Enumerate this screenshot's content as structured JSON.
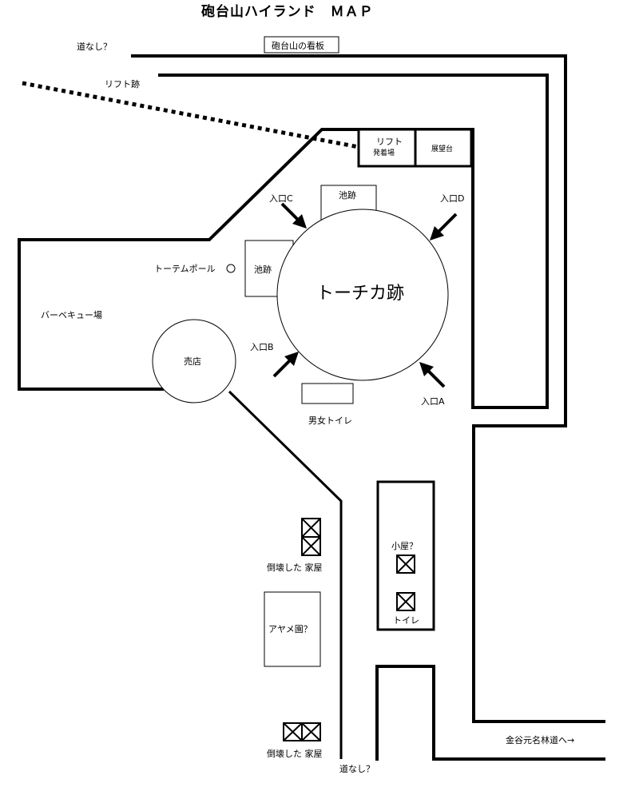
{
  "title": "砲台山ハイランド　ＭＡＰ",
  "labels": {
    "no_road_top": "道なし？",
    "lift_ruins": "リフト跡",
    "signboard": "砲台山の看板",
    "lift_station_1": "リフト",
    "lift_station_2": "発着場",
    "observatory": "展望台",
    "pond_top": "池跡",
    "pond_left": "池跡",
    "entrance_c": "入口C",
    "entrance_d": "入口D",
    "entrance_b": "入口B",
    "entrance_a": "入口A",
    "totem_pole": "トーテムポール",
    "totem_mark": "○",
    "torchika": "トーチカ跡",
    "bbq": "バーベキュー場",
    "shop": "売店",
    "toilet_mf": "男女トイレ",
    "hut": "小屋？",
    "toilet": "トイレ",
    "collapsed_house_1": "倒壊した 家屋",
    "iris_garden": "アヤメ園？",
    "collapsed_house_2": "倒壊した 家屋",
    "forest_road": "金谷元名林道へ→",
    "no_road_bottom": "道なし？"
  }
}
